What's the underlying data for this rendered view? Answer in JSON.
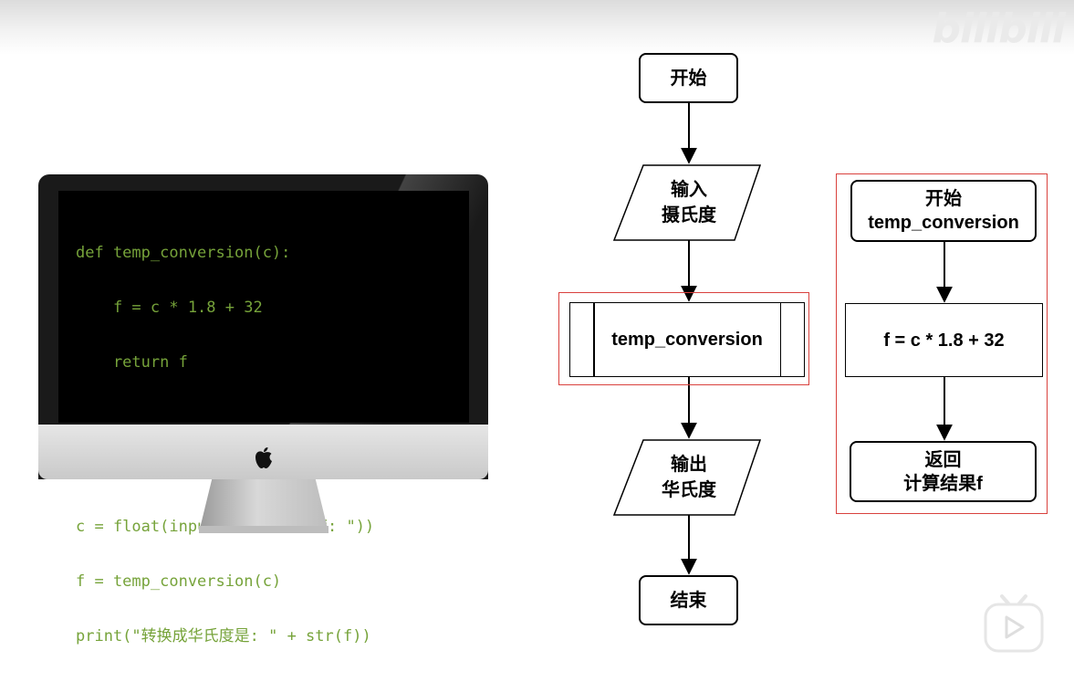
{
  "code": {
    "lines": [
      "def temp_conversion(c):",
      "    f = c * 1.8 + 32",
      "    return f",
      "",
      "",
      "c = float(input(\"请输入摄氏度: \"))",
      "f = temp_conversion(c)",
      "print(\"转换成华氏度是: \" + str(f))"
    ],
    "text_color": "#76a33a"
  },
  "flowchart": {
    "start": "开始",
    "input_line1": "输入",
    "input_line2": "摄氏度",
    "call": "temp_conversion",
    "output_line1": "输出",
    "output_line2": "华氏度",
    "end": "结束"
  },
  "subprocess": {
    "start_line1": "开始",
    "start_line2": "temp_conversion",
    "process": "f = c * 1.8 + 32",
    "return_line1": "返回",
    "return_line2": "计算结果f"
  },
  "colors": {
    "highlight_frame": "#d9413d",
    "watermark": "#eaeaea"
  },
  "icons": {
    "watermark": "bilibili-logo",
    "player": "play-icon",
    "monitor": "apple-logo-icon"
  }
}
